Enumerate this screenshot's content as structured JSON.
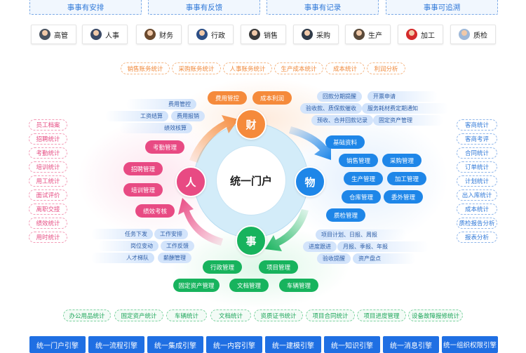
{
  "top_banners": [
    "事事有安排",
    "事事有反馈",
    "事事有记录",
    "事事可追溯"
  ],
  "roles": [
    {
      "label": "高管",
      "avatar": "avatar-male-suit"
    },
    {
      "label": "人事",
      "avatar": "avatar-female"
    },
    {
      "label": "财务",
      "avatar": "avatar-female"
    },
    {
      "label": "行政",
      "avatar": "avatar-female"
    },
    {
      "label": "销售",
      "avatar": "avatar-male"
    },
    {
      "label": "采购",
      "avatar": "avatar-male-suit"
    },
    {
      "label": "生产",
      "avatar": "avatar-male"
    },
    {
      "label": "加工",
      "avatar": "avatar-male-red"
    },
    {
      "label": "质检",
      "avatar": "avatar-protective-suit"
    }
  ],
  "finance_stats": [
    "销售账务统计",
    "采购账务统计",
    "人事账务统计",
    "生产成本统计",
    "成本统计",
    "利润分析"
  ],
  "hr_stats": [
    "员工档案",
    "招聘统计",
    "考勤统计",
    "培训统计",
    "用工统计",
    "面试评价",
    "离职交接",
    "绩效统计",
    "用时统计"
  ],
  "material_stats": [
    "客商统计",
    "客商考评",
    "合同统计",
    "订单统计",
    "计划统计",
    "出入库统计",
    "成本统计",
    "质检报告分析",
    "报表分析"
  ],
  "affairs_stats": [
    "办公用品统计",
    "固定资产统计",
    "车辆统计",
    "文档统计",
    "资质证书统计",
    "项目合同统计",
    "项目进度管理",
    "设备故障报修统计"
  ],
  "engines": [
    "统一门户引擎",
    "统一流程引擎",
    "统一集成引擎",
    "统一内容引擎",
    "统一建模引擎",
    "统一知识引擎",
    "统一消息引擎",
    "统一组织权限引擎"
  ],
  "center": {
    "label": "统一门户"
  },
  "nodes": {
    "finance": {
      "label": "财",
      "color": "#f58a3b"
    },
    "material": {
      "label": "物",
      "color": "#1e86e8"
    },
    "affairs": {
      "label": "事",
      "color": "#17b35d"
    },
    "people": {
      "label": "人",
      "color": "#e84a83"
    }
  },
  "finance_modules": [
    "费用管控",
    "成本利润"
  ],
  "finance_tags_left": [
    "费用管控",
    "工资结算",
    "费用报销",
    "绩效核算"
  ],
  "finance_tags_right": [
    "回款分期提醒",
    "开票申请",
    "验收款、质保款催收",
    "服务耗材费定期通知",
    "预收、合并回款记录",
    "固定资产管理"
  ],
  "material_modules": [
    "基础资料",
    "销售管理",
    "采购管理",
    "生产管理",
    "加工管理",
    "仓库管理",
    "委外管理",
    "质检管理"
  ],
  "people_modules": [
    "考勤管理",
    "招聘管理",
    "培训管理",
    "绩效考核"
  ],
  "people_tags": [
    "任务下发",
    "工作安排",
    "岗位变动",
    "工作反馈",
    "人才梯队",
    "薪酬管理"
  ],
  "affairs_tags": [
    "项目计划、日报、周报",
    "进度跟进",
    "月报、季报、年报",
    "验收提醒",
    "资产盘点"
  ],
  "affairs_modules": [
    "行政管理",
    "项目管理",
    "固定资产管理",
    "文档管理",
    "车辆管理"
  ]
}
